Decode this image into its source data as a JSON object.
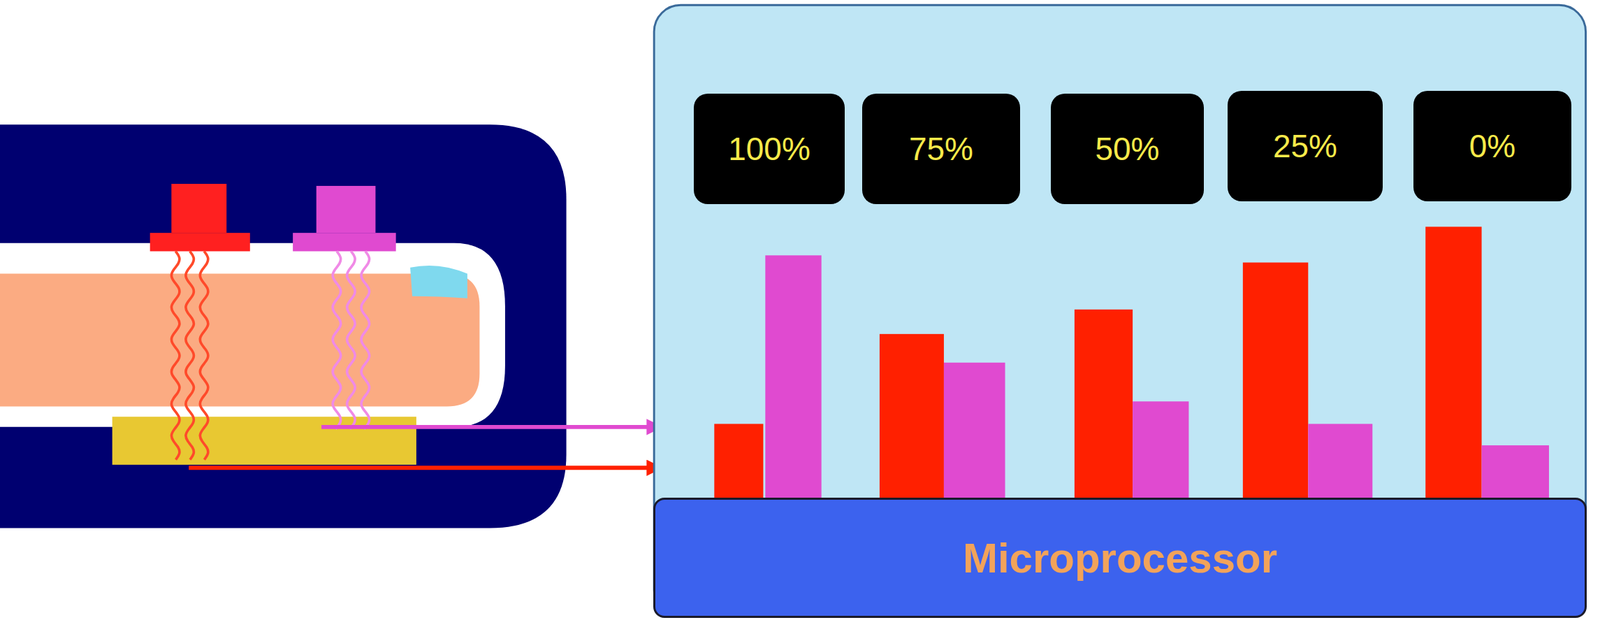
{
  "diagram": {
    "nodes": [
      {
        "text": [
          "100%"
        ]
      },
      {
        "text": [
          "75%"
        ]
      },
      {
        "text": [
          "50%"
        ]
      },
      {
        "text": [
          "25%"
        ]
      },
      {
        "text": [
          "0%"
        ]
      },
      {
        "text": [
          "Microprocessor"
        ]
      }
    ]
  }
}
